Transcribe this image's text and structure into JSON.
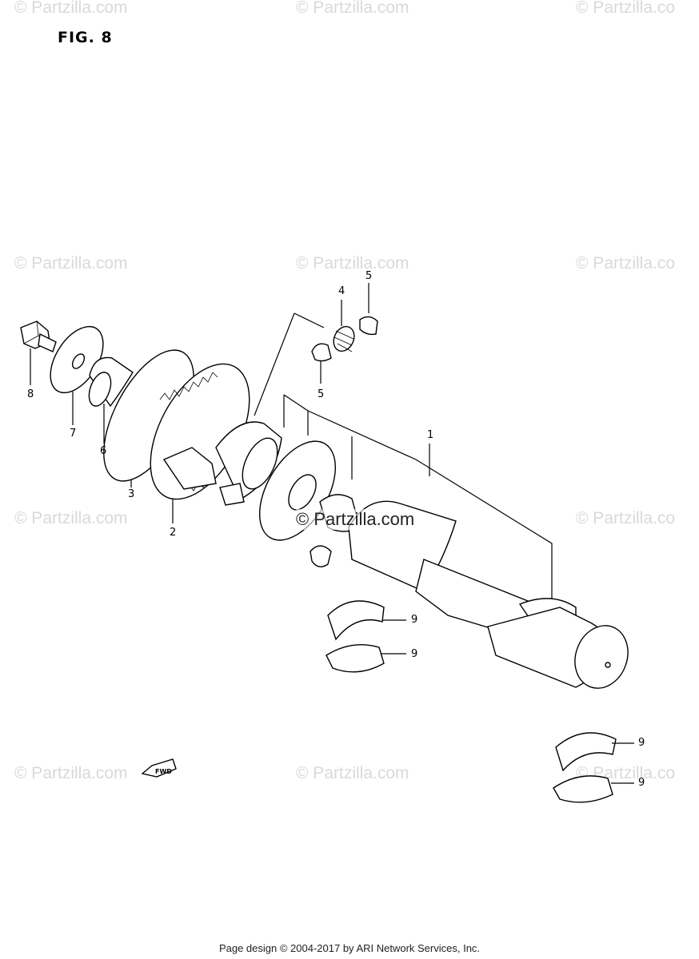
{
  "figure_title": "FIG. 8",
  "watermark_text": "© Partzilla.com",
  "watermark_cut": "© Partzilla.co",
  "watermark_center": "© Partzilla.com",
  "fwd_label": "FWD",
  "footer": "Page design © 2004-2017 by ARI Network Services, Inc.",
  "callouts": {
    "c1": "1",
    "c2": "2",
    "c3": "3",
    "c4": "4",
    "c5a": "5",
    "c5b": "5",
    "c6": "6",
    "c7": "7",
    "c8": "8",
    "c9a": "9",
    "c9b": "9",
    "c9c": "9",
    "c9d": "9"
  }
}
